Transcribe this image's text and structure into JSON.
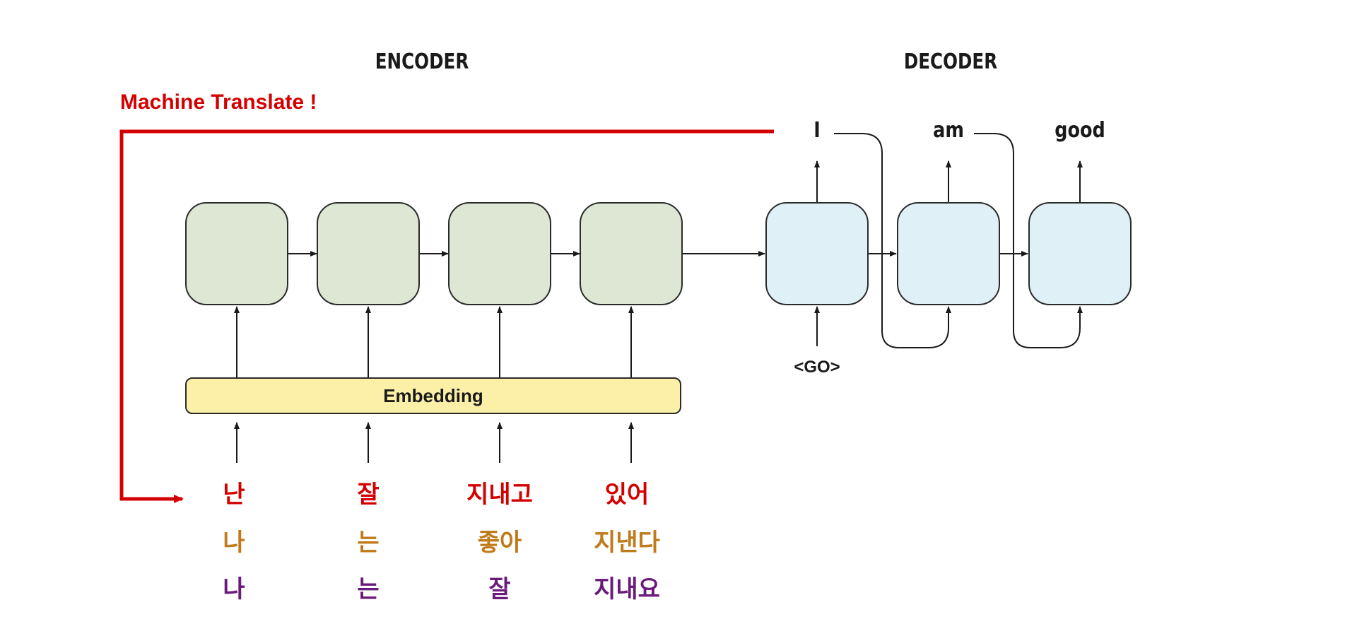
{
  "headings": {
    "encoder": "ENCODER",
    "decoder": "DECODER"
  },
  "annotation": {
    "text": "Machine Translate !",
    "color": "#d40000"
  },
  "embedding_label": "Embedding",
  "decoder_input": "<GO>",
  "decoder_outputs": [
    "I",
    "am",
    "good"
  ],
  "source_rows": [
    {
      "color": "#d40000",
      "words": [
        "난",
        "잘",
        "지내고",
        "있어"
      ]
    },
    {
      "color": "#c07a1a",
      "words": [
        "나",
        "는",
        "좋아",
        "지낸다"
      ]
    },
    {
      "color": "#6a1a7a",
      "words": [
        "나",
        "는",
        "잘",
        "지내요"
      ]
    }
  ],
  "colors": {
    "encoder_cell": "#dde7d3",
    "decoder_cell": "#dff0f7",
    "embedding": "#fcf0a8",
    "stroke": "#2b2b2b",
    "annotation_arrow": "#d40000"
  }
}
